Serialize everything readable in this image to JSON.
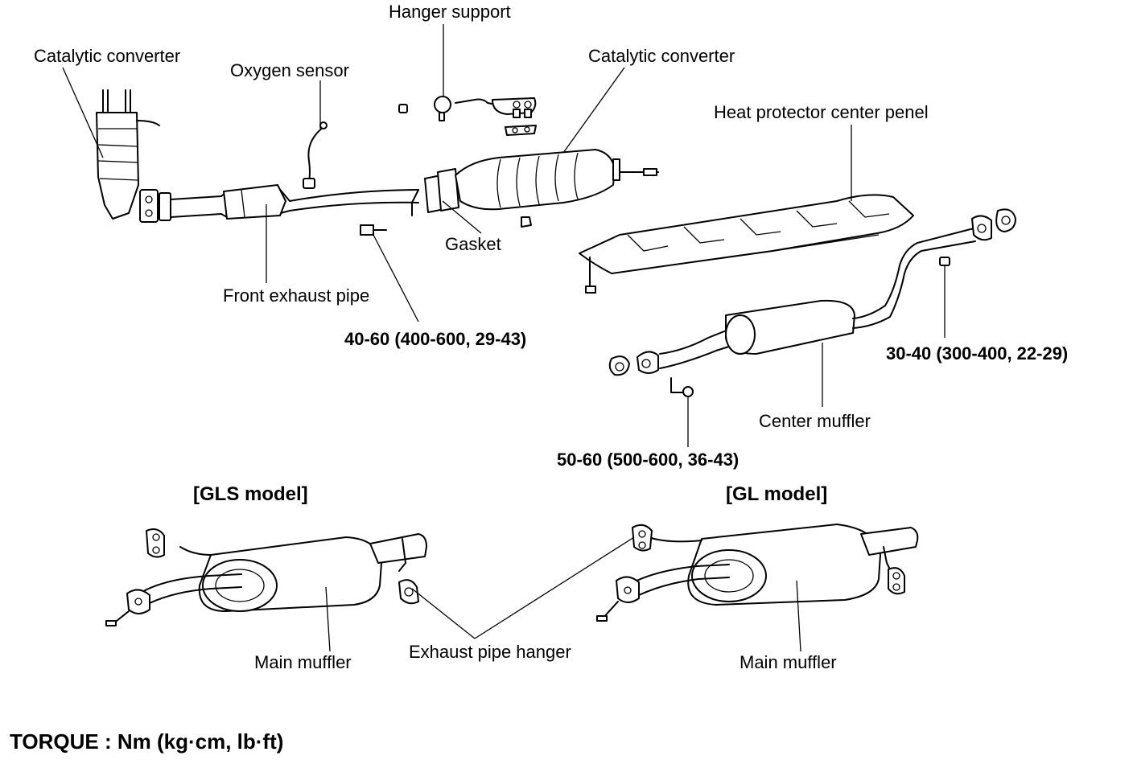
{
  "labels": {
    "catalytic_converter_left": "Catalytic converter",
    "oxygen_sensor": "Oxygen sensor",
    "hanger_support": "Hanger support",
    "catalytic_converter_right": "Catalytic converter",
    "heat_protector": "Heat protector center  penel",
    "gasket": "Gasket",
    "front_exhaust_pipe": "Front exhaust pipe",
    "center_muffler": "Center muffler",
    "main_muffler_gls": "Main muffler",
    "main_muffler_gl": "Main muffler",
    "exhaust_pipe_hanger": "Exhaust pipe hanger"
  },
  "torques": {
    "t1": "40-60 (400-600, 29-43)",
    "t2": "30-40 (300-400, 22-29)",
    "t3": "50-60 (500-600, 36-43)"
  },
  "models": {
    "gls": "[GLS model]",
    "gl": "[GL model]"
  },
  "footer": "TORQUE : Nm (kg·cm, lb·ft)"
}
